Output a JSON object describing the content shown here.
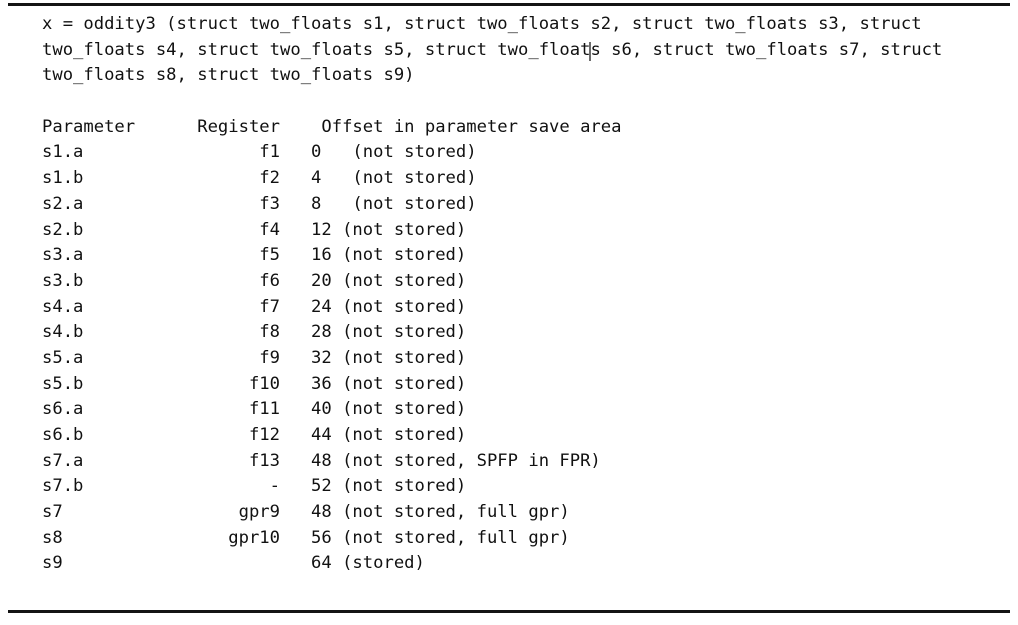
{
  "document": {
    "kind": "code-listing",
    "font": "monospace",
    "rules": {
      "top_visible": true,
      "bottom_visible": true,
      "color": "#141414"
    },
    "caret": {
      "visible": true,
      "line_index": 1,
      "column": 40,
      "after_text": "two_float",
      "color": "#6b6b6b"
    },
    "signature": {
      "lines": [
        "x = oddity3 (struct two_floats s1, struct two_floats s2, struct two_floats s3, struct",
        "two_floats s4, struct two_floats s5, struct two_floats s6, struct two_floats s7, struct",
        "two_floats s8, struct two_floats s9)"
      ],
      "line2_before_caret": "two_floats s4, struct two_floats s5, struct two_float",
      "line2_after_caret": "s s6, struct two_floats s7, struct",
      "function_name": "oddity3",
      "return_variable": "x",
      "param_type": "struct two_floats",
      "param_names": [
        "s1",
        "s2",
        "s3",
        "s4",
        "s5",
        "s6",
        "s7",
        "s8",
        "s9"
      ]
    },
    "table": {
      "header": {
        "line": "Parameter      Register    Offset in parameter save area",
        "columns": [
          "Parameter",
          "Register",
          "Offset in parameter save area"
        ]
      },
      "rows": [
        {
          "line": "s1.a                 f1   0   (not stored)",
          "parameter": "s1.a",
          "register": "f1",
          "offset": "0",
          "note": "(not stored)"
        },
        {
          "line": "s1.b                 f2   4   (not stored)",
          "parameter": "s1.b",
          "register": "f2",
          "offset": "4",
          "note": "(not stored)"
        },
        {
          "line": "s2.a                 f3   8   (not stored)",
          "parameter": "s2.a",
          "register": "f3",
          "offset": "8",
          "note": "(not stored)"
        },
        {
          "line": "s2.b                 f4   12 (not stored)",
          "parameter": "s2.b",
          "register": "f4",
          "offset": "12",
          "note": "(not stored)"
        },
        {
          "line": "s3.a                 f5   16 (not stored)",
          "parameter": "s3.a",
          "register": "f5",
          "offset": "16",
          "note": "(not stored)"
        },
        {
          "line": "s3.b                 f6   20 (not stored)",
          "parameter": "s3.b",
          "register": "f6",
          "offset": "20",
          "note": "(not stored)"
        },
        {
          "line": "s4.a                 f7   24 (not stored)",
          "parameter": "s4.a",
          "register": "f7",
          "offset": "24",
          "note": "(not stored)"
        },
        {
          "line": "s4.b                 f8   28 (not stored)",
          "parameter": "s4.b",
          "register": "f8",
          "offset": "28",
          "note": "(not stored)"
        },
        {
          "line": "s5.a                 f9   32 (not stored)",
          "parameter": "s5.a",
          "register": "f9",
          "offset": "32",
          "note": "(not stored)"
        },
        {
          "line": "s5.b                f10   36 (not stored)",
          "parameter": "s5.b",
          "register": "f10",
          "offset": "36",
          "note": "(not stored)"
        },
        {
          "line": "s6.a                f11   40 (not stored)",
          "parameter": "s6.a",
          "register": "f11",
          "offset": "40",
          "note": "(not stored)"
        },
        {
          "line": "s6.b                f12   44 (not stored)",
          "parameter": "s6.b",
          "register": "f12",
          "offset": "44",
          "note": "(not stored)"
        },
        {
          "line": "s7.a                f13   48 (not stored, SPFP in FPR)",
          "parameter": "s7.a",
          "register": "f13",
          "offset": "48",
          "note": "(not stored, SPFP in FPR)"
        },
        {
          "line": "s7.b                  -   52 (not stored)",
          "parameter": "s7.b",
          "register": "-",
          "offset": "52",
          "note": "(not stored)"
        },
        {
          "line": "s7                 gpr9   48 (not stored, full gpr)",
          "parameter": "s7",
          "register": "gpr9",
          "offset": "48",
          "note": "(not stored, full gpr)"
        },
        {
          "line": "s8                gpr10   56 (not stored, full gpr)",
          "parameter": "s8",
          "register": "gpr10",
          "offset": "56",
          "note": "(not stored, full gpr)"
        },
        {
          "line": "s9                        64 (stored)",
          "parameter": "s9",
          "register": "",
          "offset": "64",
          "note": "(stored)"
        }
      ]
    }
  }
}
